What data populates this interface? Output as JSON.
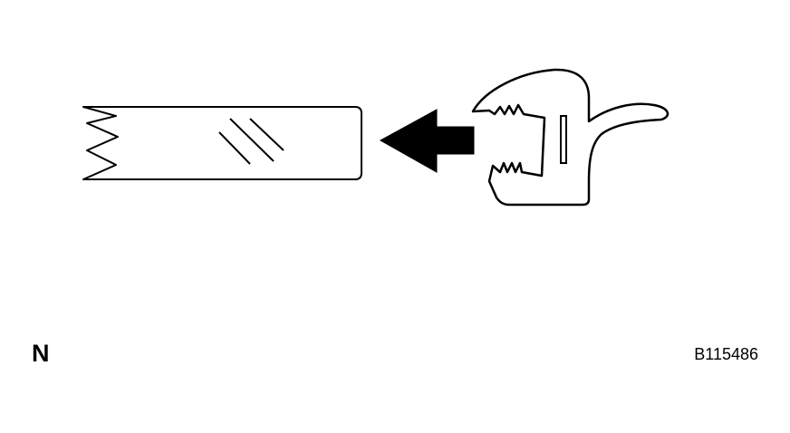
{
  "diagram": {
    "components": [
      {
        "id": "glass-panel",
        "icon": "glass-panel-icon"
      },
      {
        "id": "direction-arrow",
        "icon": "arrow-left-icon",
        "direction": "left"
      },
      {
        "id": "weatherstrip",
        "icon": "weatherstrip-seal-icon"
      }
    ],
    "colors": {
      "line": "#000000",
      "fill": "#ffffff",
      "arrow": "#000000"
    }
  },
  "labels": {
    "corner_mark": "N",
    "figure_code": "B115486"
  }
}
